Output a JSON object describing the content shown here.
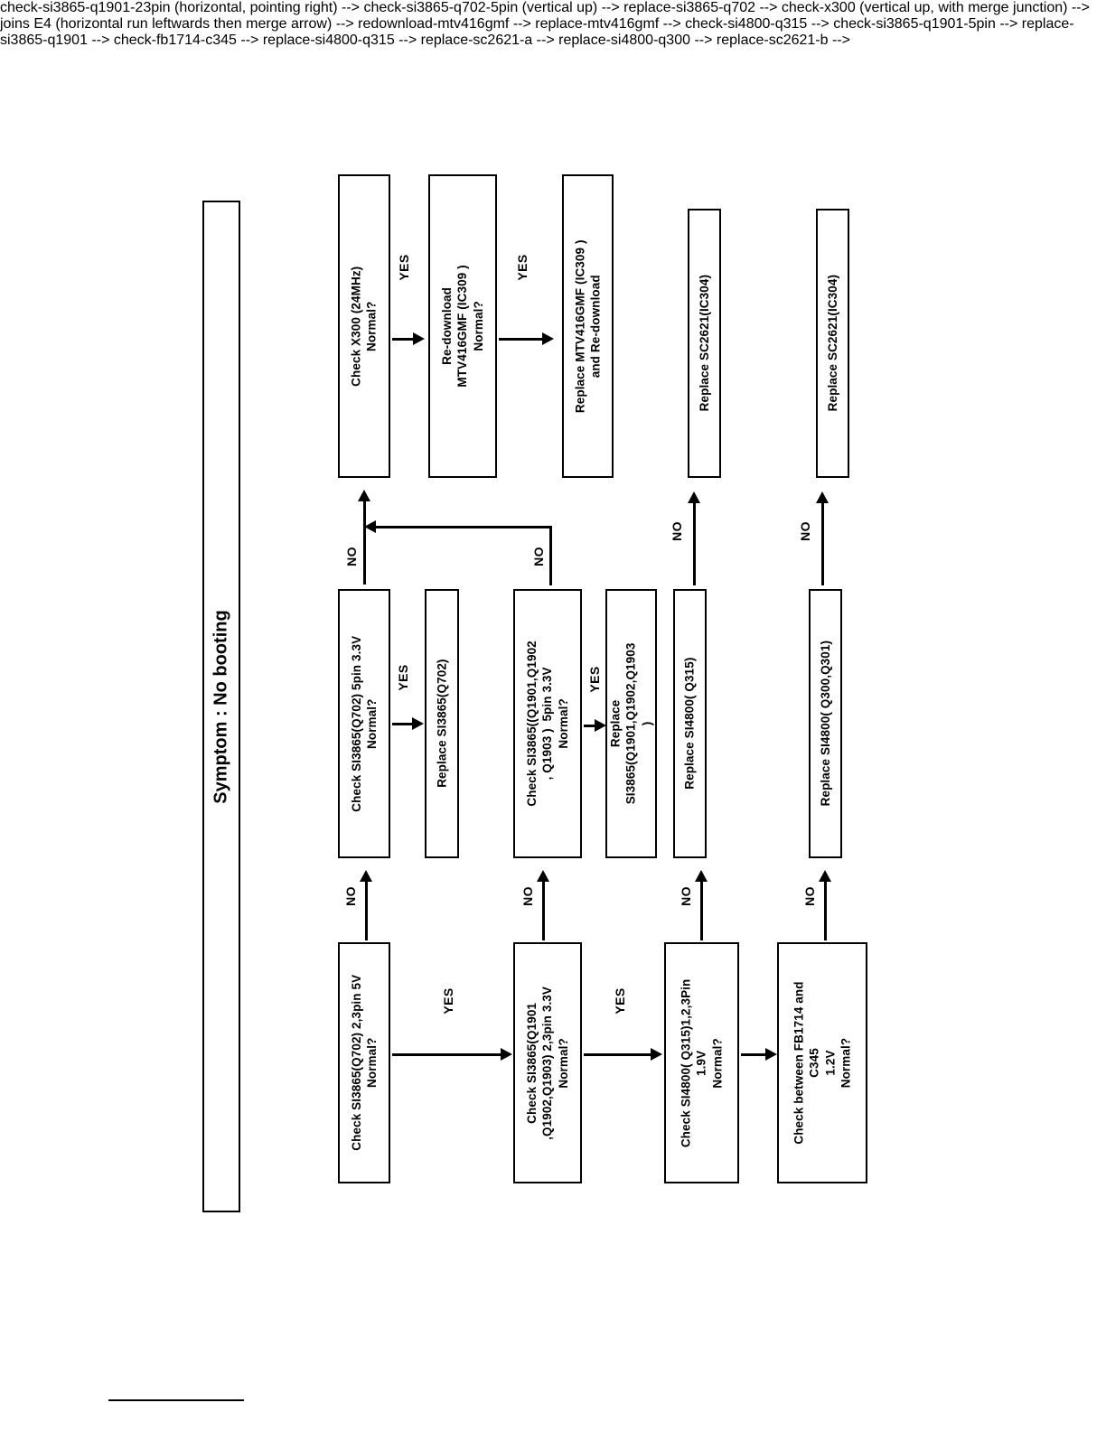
{
  "document": {
    "title": "Symptom : No booting"
  },
  "flow": {
    "nodes": [
      {
        "id": "check-x300",
        "text": "Check X300 (24MHz)\nNormal?"
      },
      {
        "id": "redownload-mtv416gmf",
        "text": "Re-download\nMTV416GMF (IC309 )\nNormal?"
      },
      {
        "id": "replace-mtv416gmf",
        "text": "Replace MTV416GMF (IC309 )\nand Re-download"
      },
      {
        "id": "replace-sc2621-a",
        "text": "Replace SC2621(IC304)"
      },
      {
        "id": "replace-sc2621-b",
        "text": "Replace SC2621(IC304)"
      },
      {
        "id": "check-si3865-q702-5pin",
        "text": "Check SI3865(Q702) 5pin 3.3V\nNormal?"
      },
      {
        "id": "replace-si3865-q702",
        "text": "Replace SI3865(Q702)"
      },
      {
        "id": "check-si3865-q1901-5pin",
        "text": "Check SI3865((Q1901,Q1902\n, Q1903 )  5pin 3.3V\nNormal?"
      },
      {
        "id": "replace-si3865-q1901",
        "text": "Replace\nSI3865(Q1901,Q1902,Q1903\n)"
      },
      {
        "id": "replace-si4800-q315",
        "text": "Replace SI4800( Q315)"
      },
      {
        "id": "replace-si4800-q300",
        "text": "Replace SI4800( Q300,Q301)"
      },
      {
        "id": "check-si3865-q702-23pin",
        "text": "Check SI3865(Q702) 2,3pin 5V\nNormal?"
      },
      {
        "id": "check-si3865-q1901-23pin",
        "text": "Check SI3865(Q1901\n,Q1902,Q1903) 2,3pin 3.3V\nNormal?"
      },
      {
        "id": "check-si4800-q315",
        "text": "Check SI4800( Q315)1,2,3Pin\n1.9V\nNormal?"
      },
      {
        "id": "check-fb1714-c345",
        "text": "Check between FB1714 and\nC345\n1.2V\nNormal?"
      }
    ],
    "branches": {
      "yes": "YES",
      "no": "NO"
    },
    "edges": [
      {
        "id": "e1",
        "from": "check-si3865-q702-23pin",
        "to": "check-si3865-q1901-23pin",
        "label": "YES"
      },
      {
        "id": "e2",
        "from": "check-si3865-q702-23pin",
        "to": "check-si3865-q702-5pin",
        "label": "NO"
      },
      {
        "id": "e3",
        "from": "check-si3865-q702-5pin",
        "to": "replace-si3865-q702",
        "label": "YES"
      },
      {
        "id": "e4",
        "from": "check-si3865-q702-5pin",
        "to": "check-x300",
        "label": "NO"
      },
      {
        "id": "e5",
        "from": "check-si3865-q1901-23pin",
        "to": "check-si4800-q315",
        "label": "YES"
      },
      {
        "id": "e6",
        "from": "check-si3865-q1901-23pin",
        "to": "check-si3865-q1901-5pin",
        "label": "NO"
      },
      {
        "id": "e7",
        "from": "check-si3865-q1901-5pin",
        "to": "replace-si3865-q1901",
        "label": "YES"
      },
      {
        "id": "e8",
        "from": "check-si3865-q1901-5pin",
        "to": "check-x300",
        "label": "NO"
      },
      {
        "id": "e9",
        "from": "check-x300",
        "to": "redownload-mtv416gmf",
        "label": "YES"
      },
      {
        "id": "e10",
        "from": "redownload-mtv416gmf",
        "to": "replace-mtv416gmf",
        "label": "YES"
      },
      {
        "id": "e11",
        "from": "check-si4800-q315",
        "to": "check-fb1714-c345",
        "label": ""
      },
      {
        "id": "e12",
        "from": "check-si4800-q315",
        "to": "replace-si4800-q315",
        "label": "NO"
      },
      {
        "id": "e13",
        "from": "replace-si4800-q315",
        "to": "replace-sc2621-a",
        "label": "NO"
      },
      {
        "id": "e14",
        "from": "check-fb1714-c345",
        "to": "replace-si4800-q300",
        "label": "NO"
      },
      {
        "id": "e15",
        "from": "replace-si4800-q300",
        "to": "replace-sc2621-b",
        "label": "NO"
      }
    ]
  }
}
